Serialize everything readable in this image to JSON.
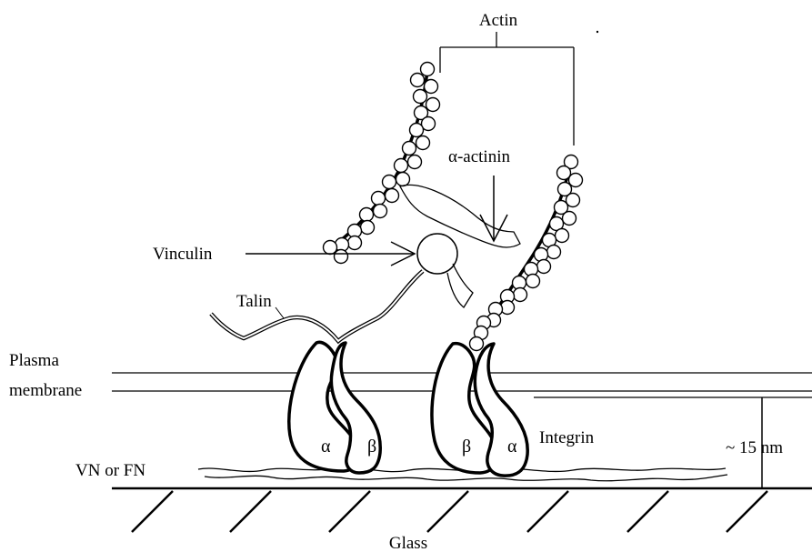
{
  "diagram": {
    "labels": {
      "actin": "Actin",
      "alpha_actinin": "α-actinin",
      "vinculin": "Vinculin",
      "talin": "Talin",
      "plasma_membrane_line1": "Plasma",
      "plasma_membrane_line2": "membrane",
      "vn_or_fn": "VN or FN",
      "integrin": "Integrin",
      "height": "~ 15 nm",
      "glass": "Glass"
    },
    "subunits": {
      "left_alpha": "α",
      "left_beta": "β",
      "right_beta": "β",
      "right_alpha": "α"
    }
  }
}
